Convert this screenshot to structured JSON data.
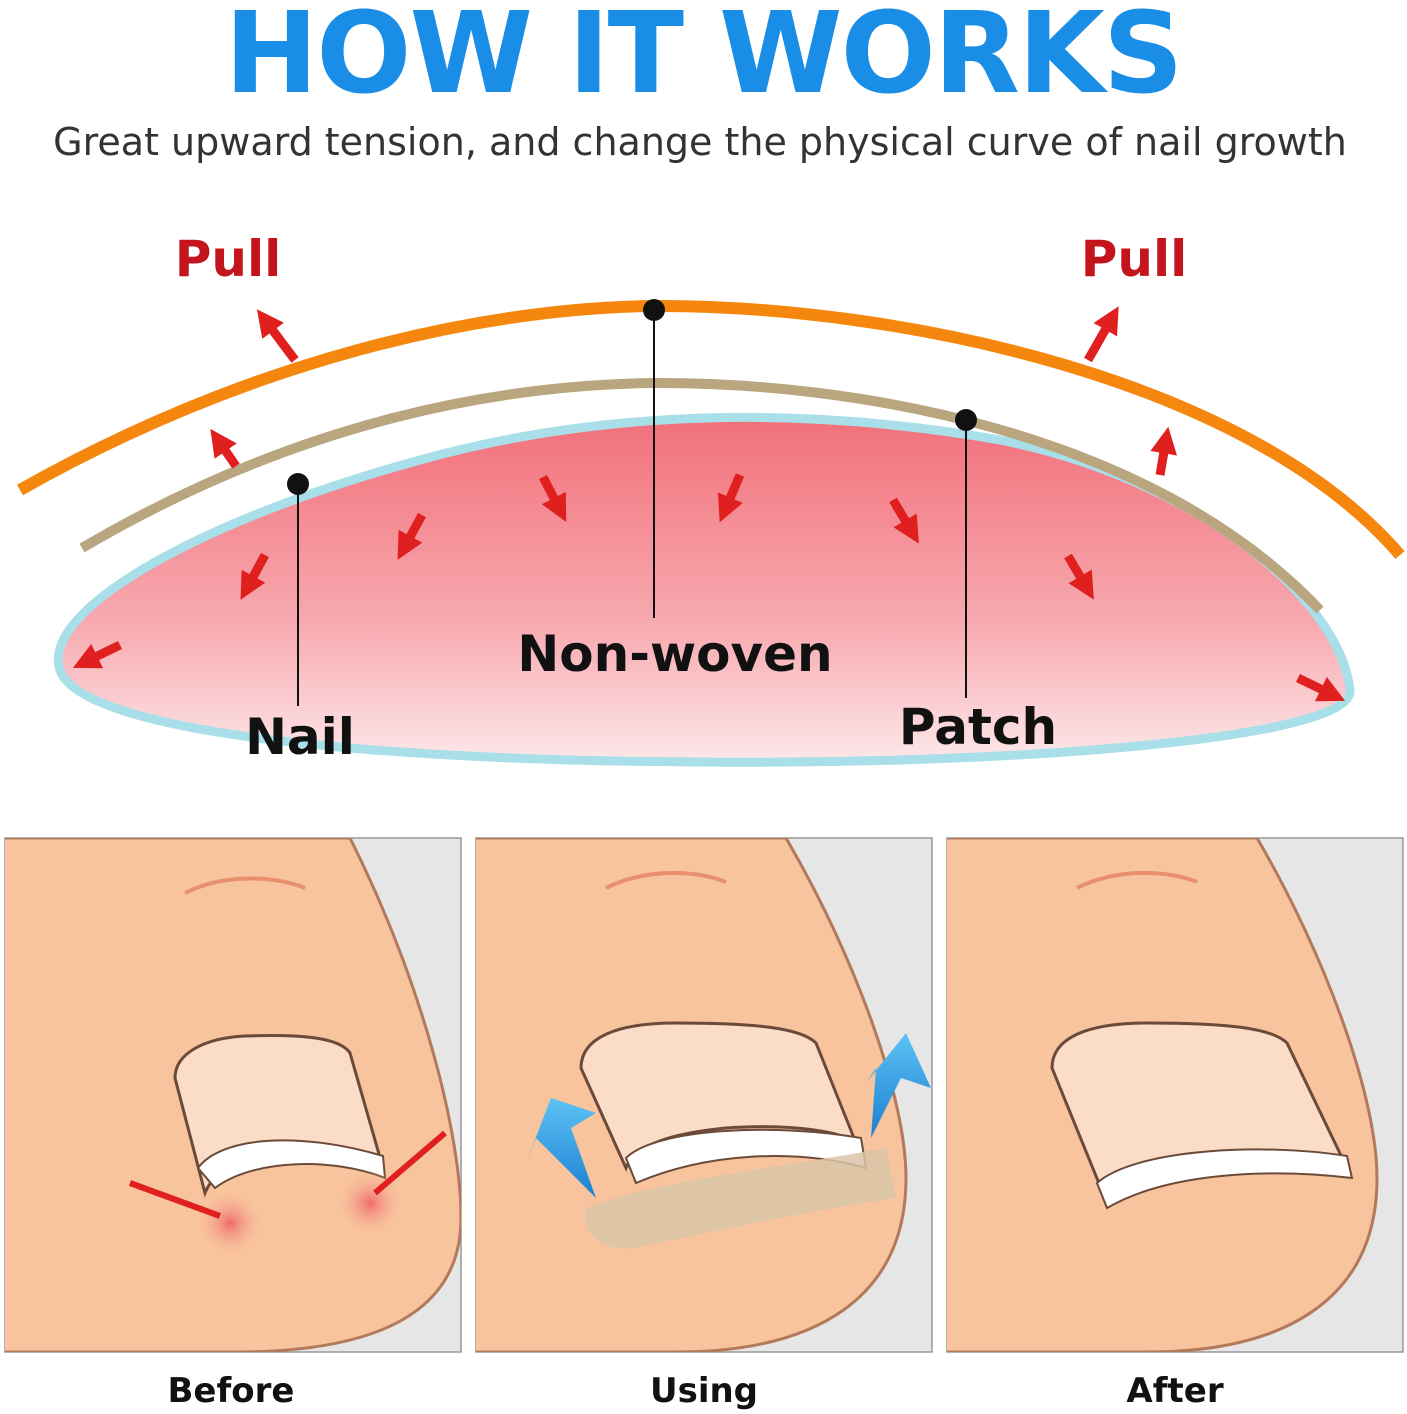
{
  "header": {
    "title": "HOW IT WORKS",
    "subtitle": "Great upward tension, and change the physical curve of nail growth"
  },
  "diagram": {
    "pull_left": "Pull",
    "pull_right": "Pull",
    "label_nonwoven": "Non-woven",
    "label_nail": "Nail",
    "label_patch": "Patch"
  },
  "stages": [
    {
      "label": "Before"
    },
    {
      "label": "Using"
    },
    {
      "label": "After"
    }
  ],
  "colors": {
    "title": "#1a8ee6",
    "pull": "#c4151c",
    "orange_arc": "#f5870f",
    "patch_arc": "#b9a57e",
    "skin": "#f8c49d"
  }
}
